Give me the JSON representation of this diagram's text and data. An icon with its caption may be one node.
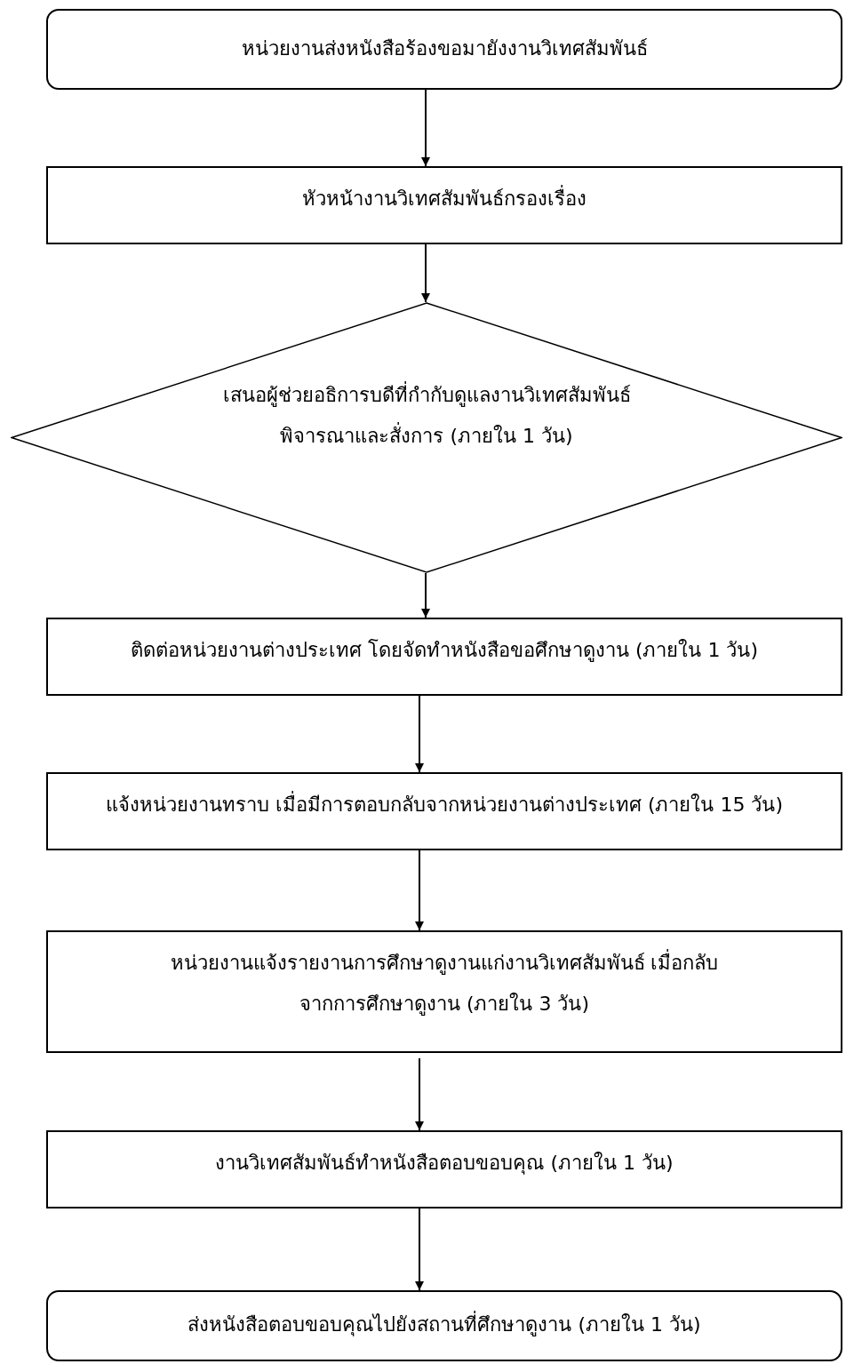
{
  "diagram": {
    "nodes": [
      {
        "text": [
          "หน่วยงานส่งหนังสือร้องขอมายังงานวิเทศสัมพันธ์"
        ]
      },
      {
        "text": [
          "หัวหน้างานวิเทศสัมพันธ์กรองเรื่อง"
        ]
      },
      {
        "text": [
          "เสนอผู้ช่วยอธิการบดีที่กำกับดูแลงานวิเทศสัมพันธ์พิจารณาและสั่งการ (ภายใน 1 วัน)"
        ]
      },
      {
        "text": [
          "ติดต่อหน่วยงานต่างประเทศ โดยจัดทำหนังสือขอศึกษาดูงาน (ภายใน 1 วัน)"
        ]
      },
      {
        "text": [
          "แจ้งหน่วยงานทราบ เมื่อมีการตอบกลับจากหน่วยงานต่างประเทศ (ภายใน 15 วัน)"
        ]
      },
      {
        "text": [
          "หน่วยงานแจ้งรายงานการศึกษาดูงานแก่งานวิเทศสัมพันธ์ เมื่อกลับจากการศึกษาดูงาน (ภายใน 3 วัน)"
        ]
      },
      {
        "text": [
          "งานวิเทศสัมพันธ์ทำหนังสือตอบขอบคุณ (ภายใน 1 วัน)"
        ]
      },
      {
        "text": [
          "ส่งหนังสือตอบขอบคุณไปยังสถานที่ศึกษาดูงาน (ภายใน 1 วัน)"
        ]
      }
    ],
    "edges": [
      {
        "from": 0,
        "to": 1,
        "arrow": "to"
      },
      {
        "from": 1,
        "to": 2,
        "arrow": "to"
      },
      {
        "from": 2,
        "to": 3,
        "arrow": "to"
      },
      {
        "from": 3,
        "to": 4,
        "arrow": "to"
      },
      {
        "from": 4,
        "to": 5,
        "arrow": "to"
      },
      {
        "from": 5,
        "to": 6,
        "arrow": "to"
      },
      {
        "from": 6,
        "to": 7,
        "arrow": "to"
      }
    ]
  }
}
